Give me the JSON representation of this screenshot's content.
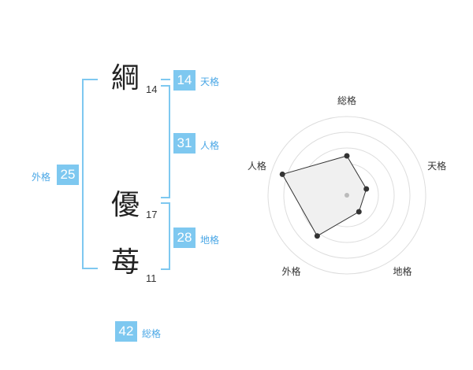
{
  "name": [
    {
      "char": "綱",
      "strokes": "14"
    },
    {
      "char": "優",
      "strokes": "17"
    },
    {
      "char": "苺",
      "strokes": "11"
    }
  ],
  "scores": {
    "tenkaku": {
      "value": "14",
      "label": "天格"
    },
    "jinkaku": {
      "value": "31",
      "label": "人格"
    },
    "chikaku": {
      "value": "28",
      "label": "地格"
    },
    "gaikaku": {
      "value": "25",
      "label": "外格"
    },
    "soukaku": {
      "value": "42",
      "label": "総格"
    }
  },
  "colors": {
    "accent": "#7ec8f0",
    "label": "#4aa7e6",
    "radar_fill": "#f0f0f0"
  },
  "chart_data": {
    "type": "radar",
    "axes": [
      "総格",
      "天格",
      "地格",
      "外格",
      "人格"
    ],
    "values": [
      2.5,
      1.3,
      1.3,
      3.2,
      4.3
    ],
    "scale_max": 5,
    "rings": 5
  }
}
